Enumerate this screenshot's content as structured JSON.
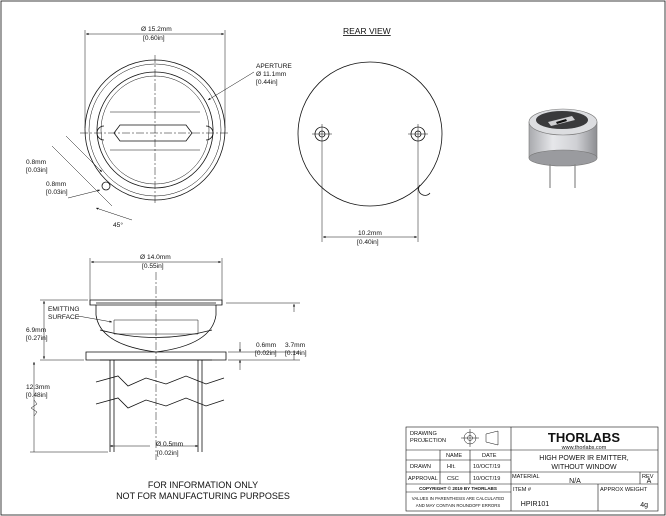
{
  "dims": {
    "d_outer_mm": "Ø 15.2mm",
    "d_outer_in": "[0.60in]",
    "aperture_title": "APERTURE",
    "aperture_mm": "Ø 11.1mm",
    "aperture_in": "[0.44in]",
    "tab_w_mm": "0.8mm",
    "tab_w_in": "[0.03in]",
    "tab_h_mm": "0.8mm",
    "tab_h_in": "[0.03in]",
    "tab_angle": "45°",
    "pin_spacing_mm": "10.2mm",
    "pin_spacing_in": "[0.40in]",
    "d_cap_mm": "Ø 14.0mm",
    "d_cap_in": "[0.55in]",
    "emit_label_1": "EMITTING",
    "emit_label_2": "SURFACE",
    "emit_h_mm": "6.9mm",
    "emit_h_in": "[0.27in]",
    "flange_mm": "0.6mm",
    "flange_in": "[0.02in]",
    "body_mm": "3.7mm",
    "body_in": "[0.14in]",
    "lead_len_mm": "12.3mm",
    "lead_len_in": "[0.48in]",
    "lead_d_mm": "Ø 0.5mm",
    "lead_d_in": "[0.02in]"
  },
  "rear_view_label": "REAR VIEW",
  "notes": {
    "line1": "FOR INFORMATION ONLY",
    "line2": "NOT FOR MANUFACTURING PURPOSES"
  },
  "title_block": {
    "drawing_projection_1": "DRAWING",
    "drawing_projection_2": "PROJECTION",
    "logo": "THORLABS",
    "website": "www.thorlabs.com",
    "title_line1": "HIGH POWER IR EMITTER,",
    "title_line2": "WITHOUT WINDOW",
    "col_name": "NAME",
    "col_date": "DATE",
    "row_drawn": "DRAWN",
    "drawn_name": "HIt.",
    "drawn_date": "10/OCT/19",
    "row_approval": "APPROVAL",
    "approval_name": "CSC",
    "approval_date": "10/OCT/19",
    "material_label": "MATERIAL",
    "material_value": "N/A",
    "rev_label": "REV",
    "rev_value": "A",
    "copyright": "COPYRIGHT © 2019 BY THORLABS",
    "disclaimer_1": "VALUES IN PARENTHESIS ARE CALCULATED",
    "disclaimer_2": "AND MAY CONTAIN ROUNDOFF ERRORS",
    "item_label": "ITEM #",
    "item_value": "HPIR101",
    "weight_label": "APPROX WEIGHT",
    "weight_value": "4g"
  }
}
